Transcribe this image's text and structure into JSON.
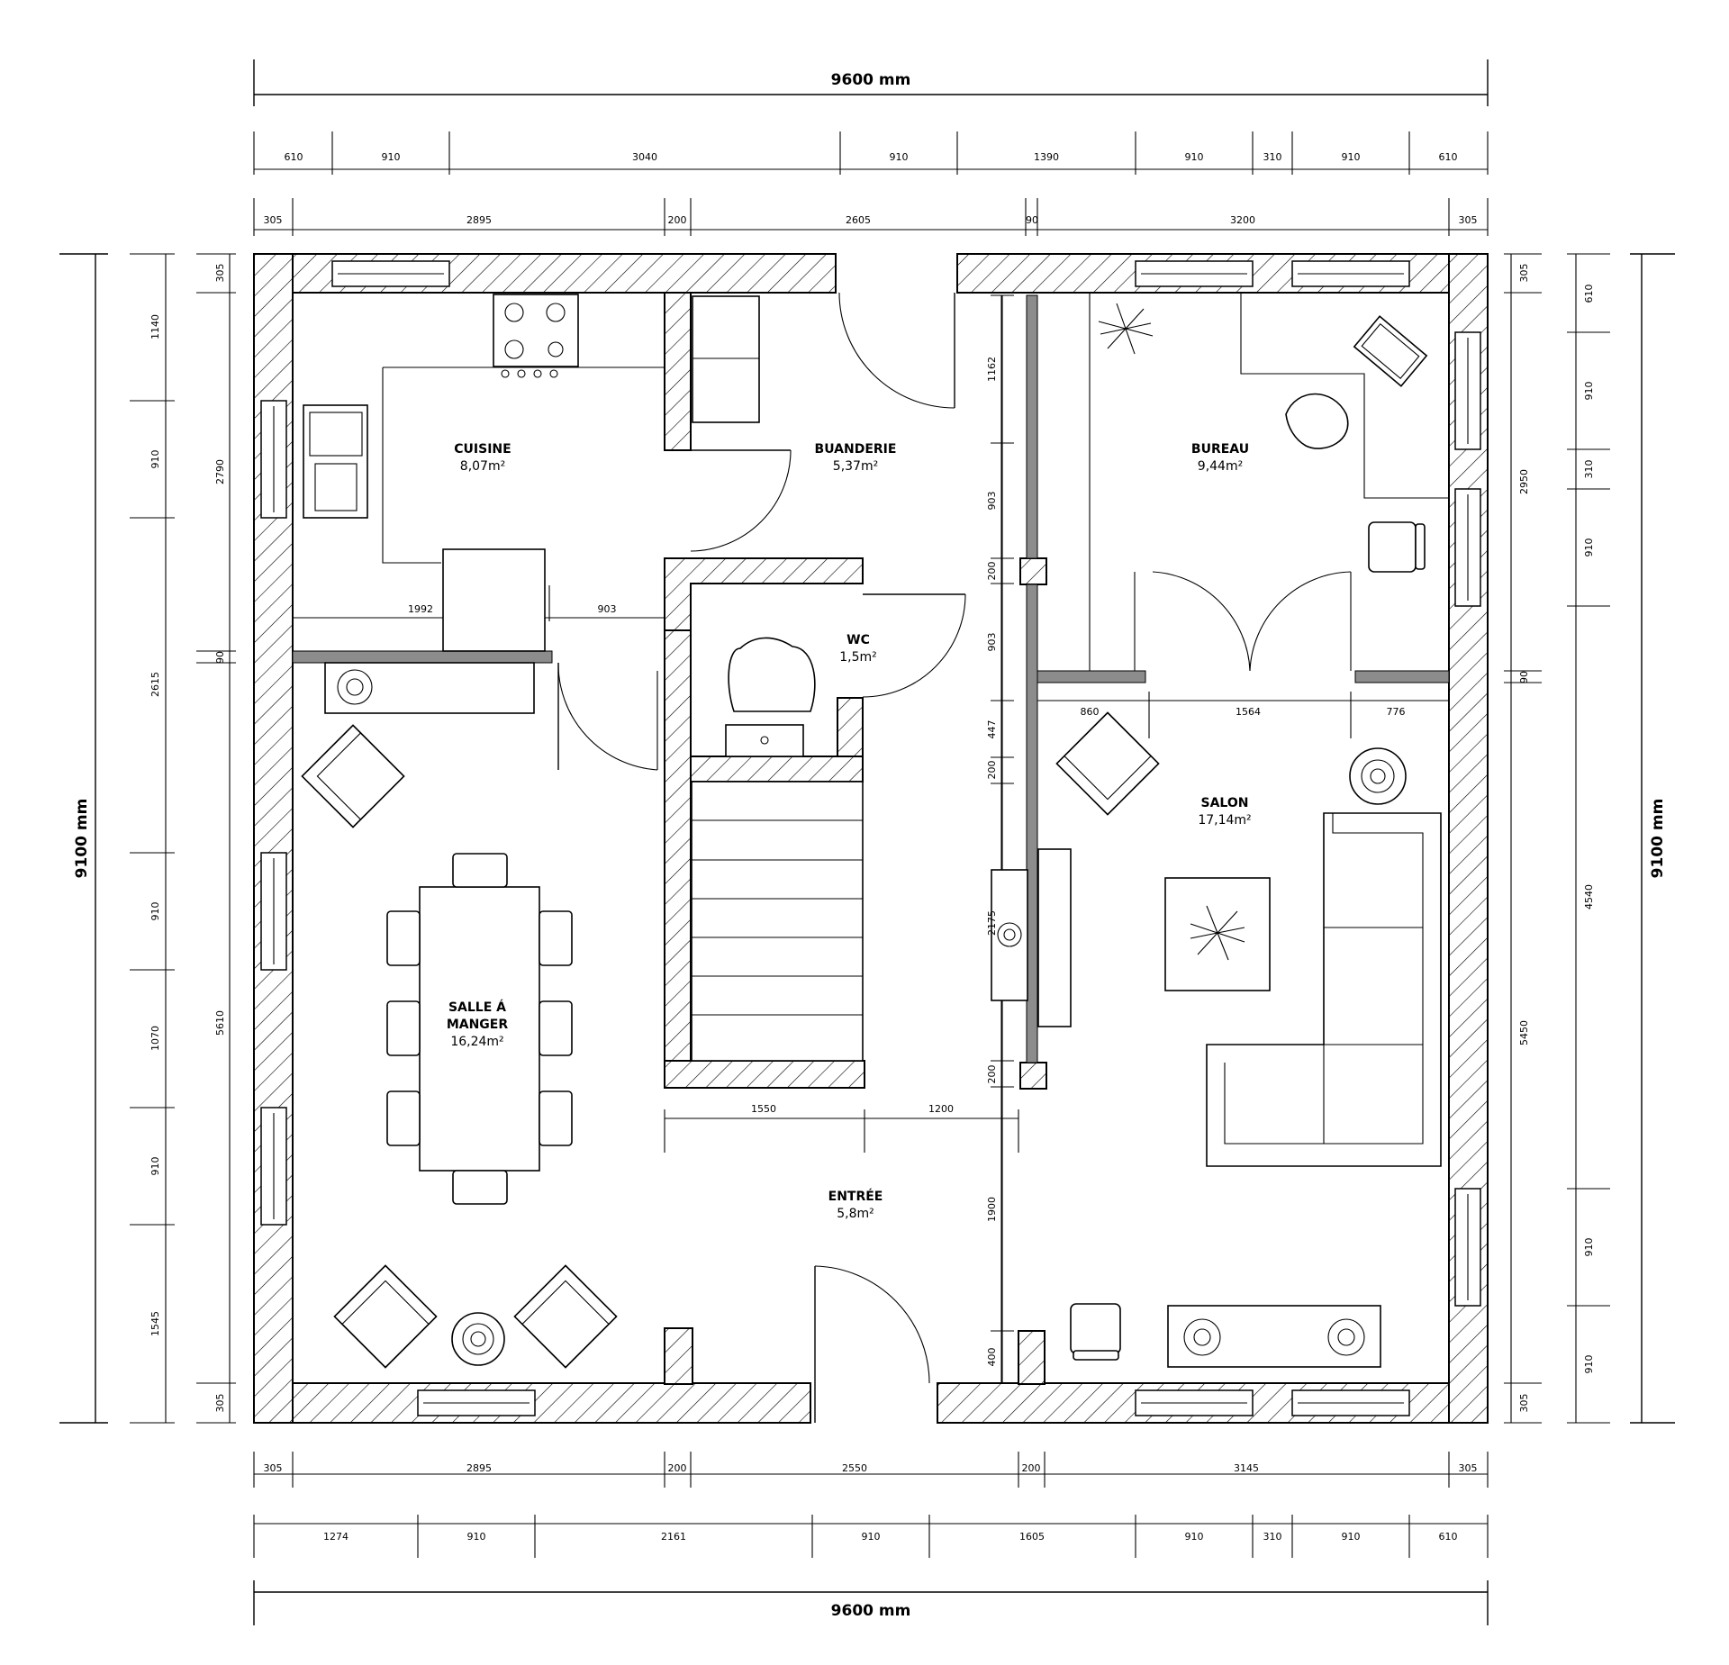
{
  "plan": {
    "total_width_label": "9600 mm",
    "total_height_label": "9100 mm",
    "rooms": [
      {
        "name": "CUISINE",
        "area": "8,07m²"
      },
      {
        "name": "BUANDERIE",
        "area": "5,37m²"
      },
      {
        "name": "BUREAU",
        "area": "9,44m²"
      },
      {
        "name": "WC",
        "area": "1,5m²"
      },
      {
        "name": "SALON",
        "area": "17,14m²"
      },
      {
        "name": "SALLE Á",
        "name2": "MANGER",
        "area": "16,24m²"
      },
      {
        "name": "ENTRÉE",
        "area": "5,8m²"
      }
    ],
    "dims": {
      "top_outer": [
        "610",
        "910",
        "3040",
        "910",
        "1390",
        "910",
        "310",
        "910",
        "610"
      ],
      "top_inner": [
        "305",
        "2895",
        "200",
        "2605",
        "90",
        "3200",
        "305"
      ],
      "bottom_inner": [
        "305",
        "2895",
        "200",
        "2550",
        "200",
        "3145",
        "305"
      ],
      "bottom_outer": [
        "1274",
        "910",
        "2161",
        "910",
        "1605",
        "910",
        "310",
        "910",
        "610"
      ],
      "left_outer": [
        "1140",
        "910",
        "910",
        "1070",
        "910",
        "1545"
      ],
      "left_inner": [
        "305",
        "2790",
        "90",
        "2615",
        "5610",
        "305"
      ],
      "right_inner": [
        "305",
        "2950",
        "90",
        "5450",
        "305"
      ],
      "right_outer": [
        "610",
        "910",
        "310",
        "910",
        "4540",
        "910",
        "910"
      ],
      "mid_vertical": [
        "1162",
        "903",
        "200",
        "903",
        "447",
        "200",
        "2175",
        "200",
        "1900",
        "400"
      ],
      "interior": [
        "1992",
        "903",
        "860",
        "1564",
        "776",
        "1550",
        "1200"
      ]
    }
  }
}
